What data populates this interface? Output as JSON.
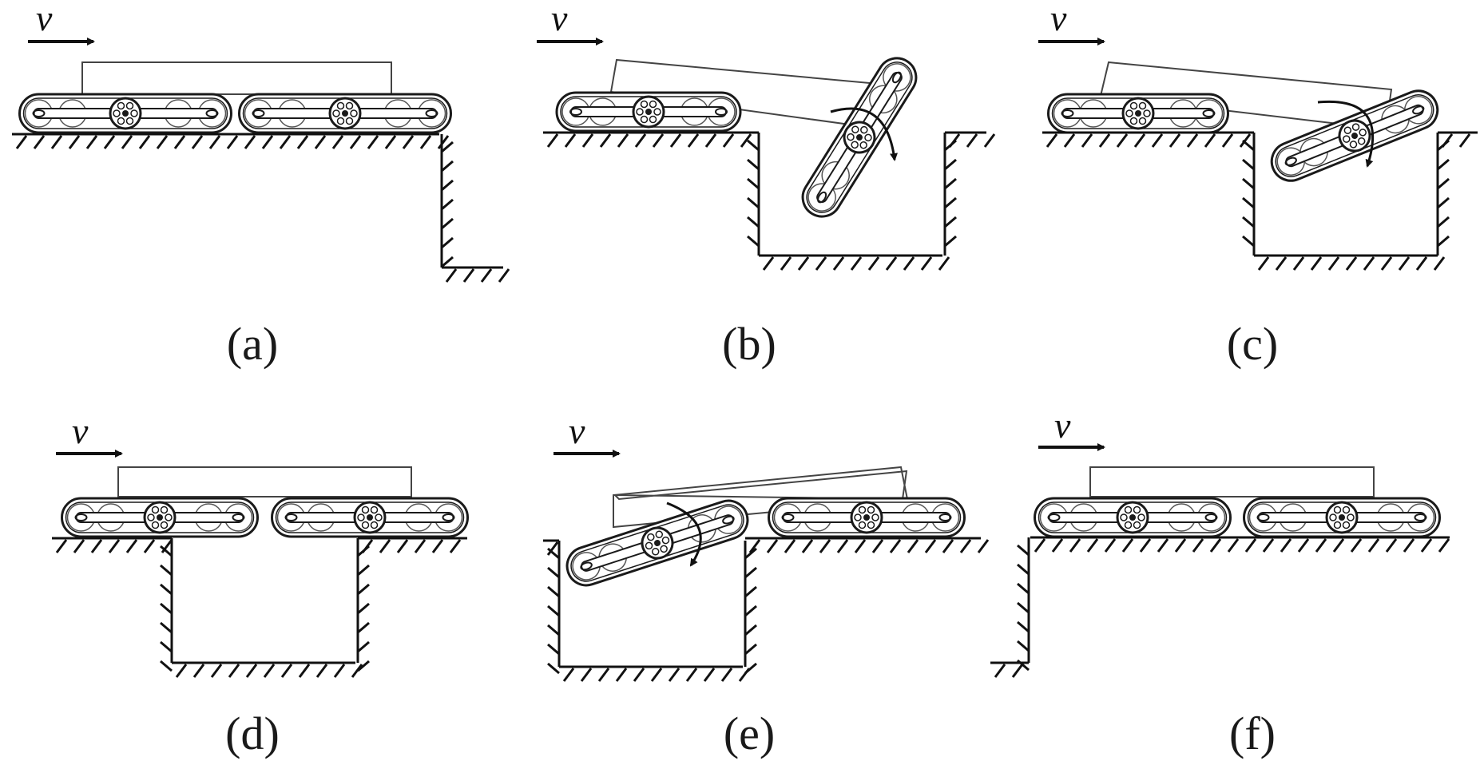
{
  "figure": {
    "panels": [
      {
        "id": "a",
        "label": "(a)",
        "velocity_label": "v"
      },
      {
        "id": "b",
        "label": "(b)",
        "velocity_label": "v"
      },
      {
        "id": "c",
        "label": "(c)",
        "velocity_label": "v"
      },
      {
        "id": "d",
        "label": "(d)",
        "velocity_label": "v"
      },
      {
        "id": "e",
        "label": "(e)",
        "velocity_label": "v"
      },
      {
        "id": "f",
        "label": "(f)",
        "velocity_label": "v"
      }
    ],
    "colors": {
      "line": "#1a1a1a",
      "ground": "#111111",
      "wheel_fill": "#ffffff"
    }
  }
}
